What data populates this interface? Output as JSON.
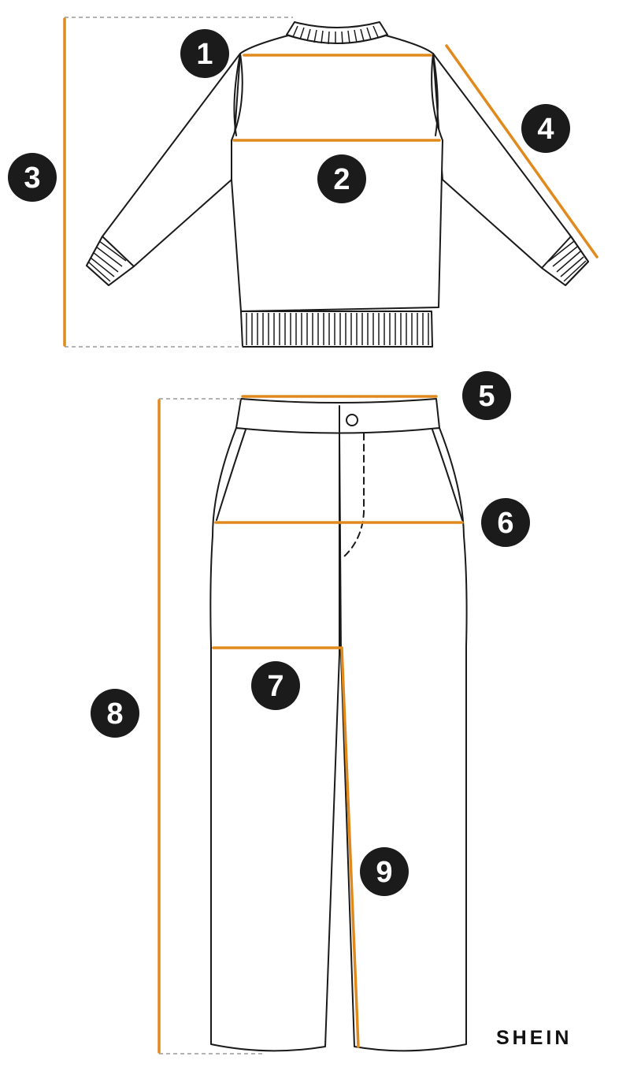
{
  "brand": "SHEIN",
  "colors": {
    "measure_line": "#e08a1e",
    "badge": "#1b1b1b",
    "outline": "#1a1a1a"
  },
  "garments": [
    {
      "name": "sweatshirt-back-view"
    },
    {
      "name": "pants-front-view"
    }
  ],
  "measurements": [
    {
      "label": "1"
    },
    {
      "label": "2"
    },
    {
      "label": "3"
    },
    {
      "label": "4"
    },
    {
      "label": "5"
    },
    {
      "label": "6"
    },
    {
      "label": "7"
    },
    {
      "label": "8"
    },
    {
      "label": "9"
    }
  ]
}
